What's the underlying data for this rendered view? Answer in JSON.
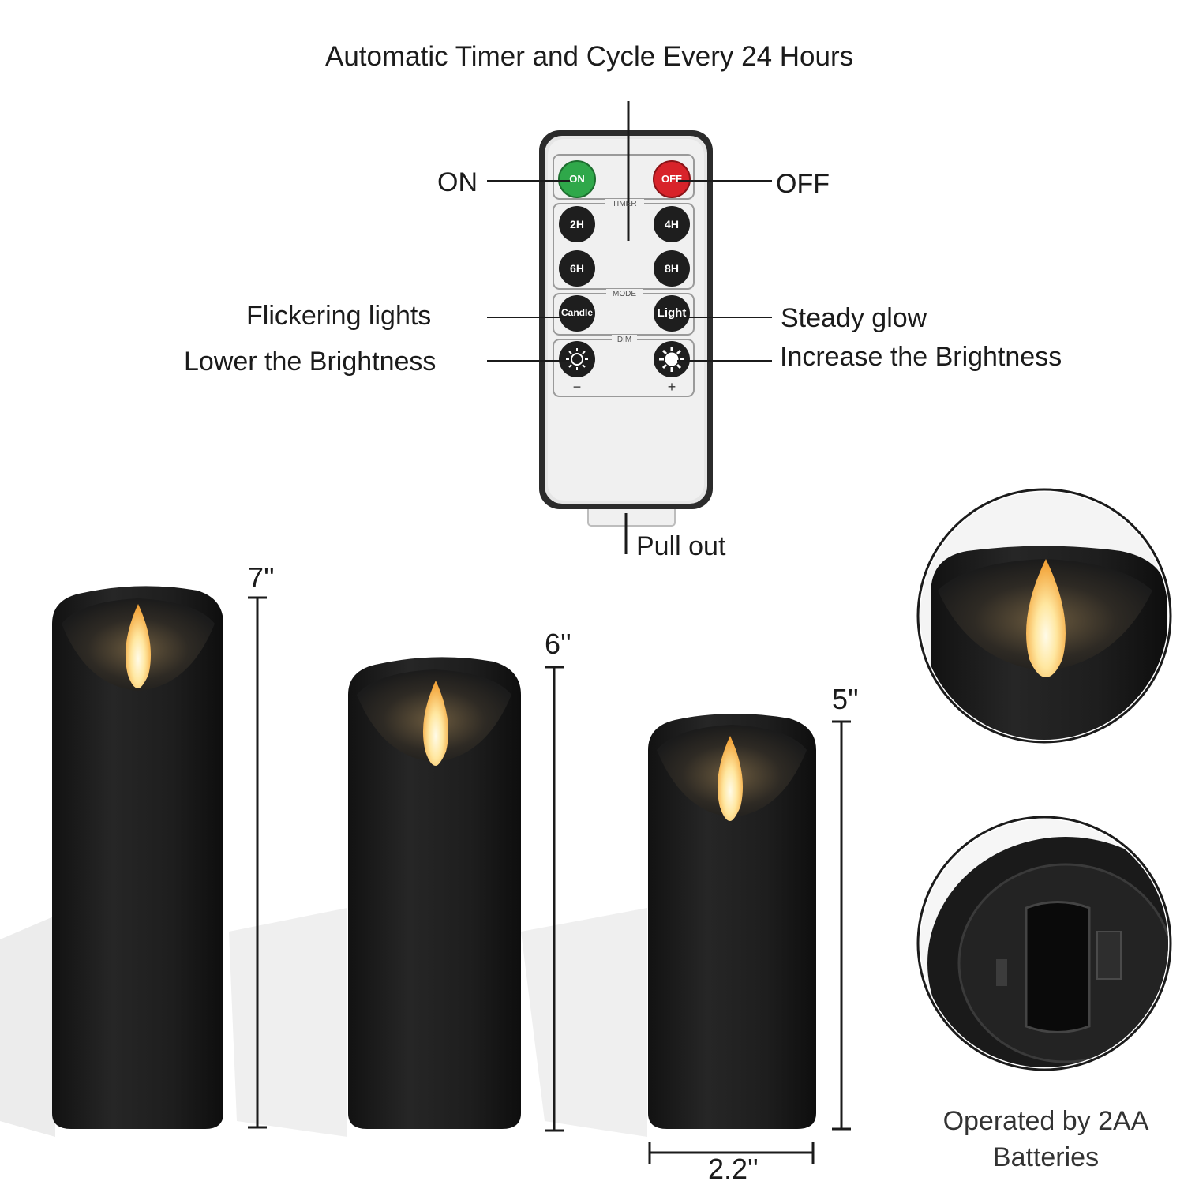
{
  "header": {
    "title": "Automatic Timer and Cycle Every 24 Hours"
  },
  "remote": {
    "on_label": "ON",
    "off_label": "OFF",
    "timer_label": "TIMER",
    "mode_label": "MODE",
    "dim_label": "DIM",
    "btn_on": "ON",
    "btn_off": "OFF",
    "btn_2h": "2H",
    "btn_4h": "4H",
    "btn_6h": "6H",
    "btn_8h": "8H",
    "btn_candle": "Candle",
    "btn_light": "Light",
    "minus": "−",
    "plus": "+",
    "pull_out": "Pull out"
  },
  "callouts": {
    "flicker": "Flickering lights",
    "steady": "Steady glow",
    "lower": "Lower the Brightness",
    "increase": "Increase the Brightness"
  },
  "candles": {
    "h1": "7''",
    "h2": "6''",
    "h3": "5''",
    "width": "2.2''"
  },
  "battery": {
    "line1": "Operated by 2AA",
    "line2": "Batteries"
  },
  "colors": {
    "on_green": "#2fa84a",
    "off_red": "#d8232a",
    "candle_black": "#1c1c1c",
    "flame": "#ffd98a"
  }
}
